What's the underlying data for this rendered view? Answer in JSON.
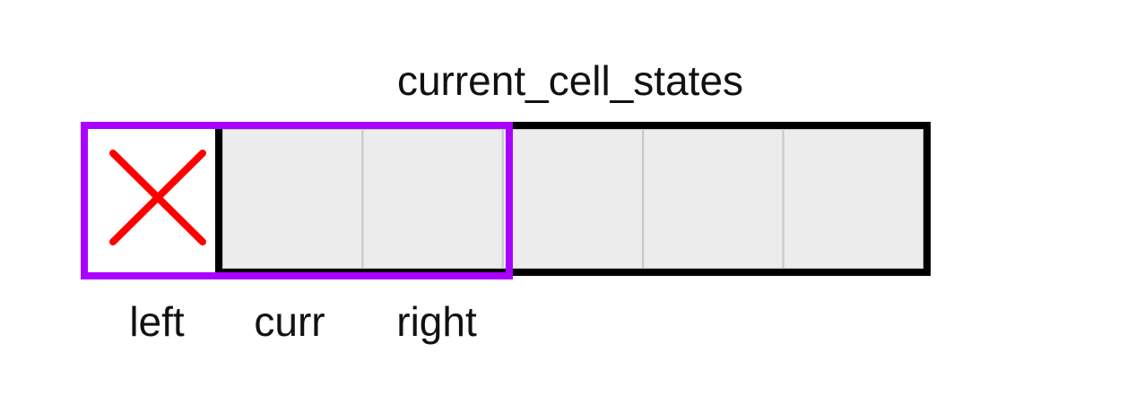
{
  "title": "current_cell_states",
  "cell_count": 5,
  "window_labels": {
    "left": "left",
    "curr": "curr",
    "right": "right"
  },
  "colors": {
    "cell_fill": "#ececec",
    "cell_divider": "#c8c8c8",
    "array_border": "#000000",
    "window_border": "#aa00ff",
    "out_of_bounds_mark": "#ff0000",
    "text": "#111111"
  },
  "out_of_bounds_mark_icon": "x-mark-icon"
}
